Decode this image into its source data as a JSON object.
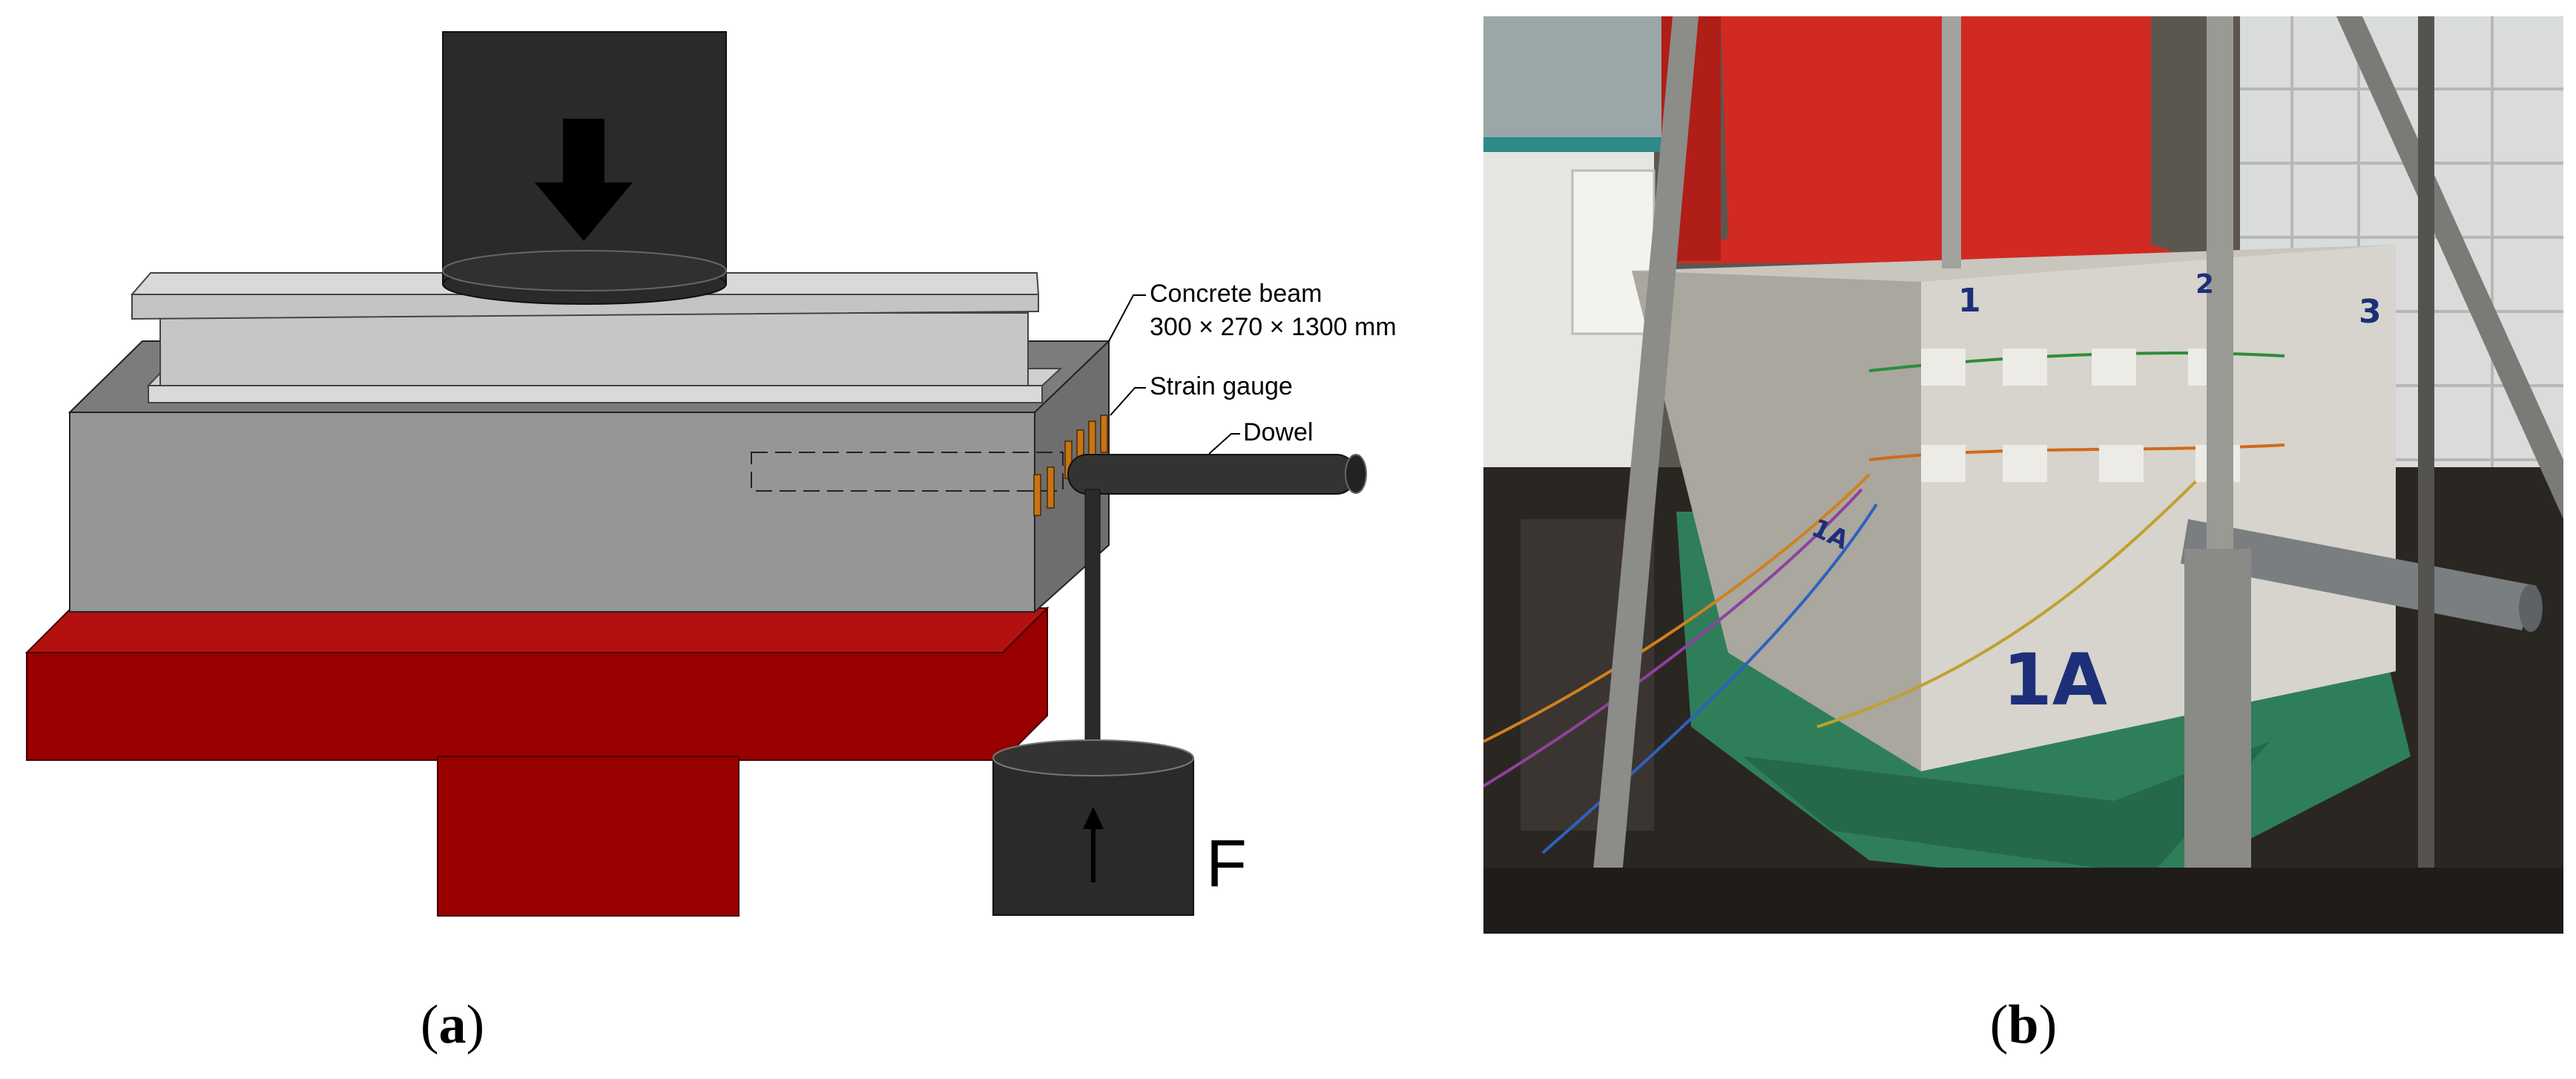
{
  "panel_a": {
    "labels": {
      "beam_name": "Concrete beam",
      "beam_dims": "300 × 270 × 1300 mm",
      "strain_gauge": "Strain gauge",
      "dowel": "Dowel",
      "force": "F"
    },
    "caption": {
      "open": "(",
      "letter": "a",
      "close": ")"
    },
    "colors": {
      "press_head": "#2a2a2a",
      "plate": "#d4d4d4",
      "beam_front": "#969696",
      "beam_top": "#787878",
      "support": "#990000",
      "dowel": "#333333",
      "strain_gauge": "#c87414",
      "actuator": "#2a2a2a"
    },
    "icons": [
      "arrow-down-icon",
      "arrow-up-icon"
    ]
  },
  "panel_b": {
    "photo_marks": [
      "1",
      "2",
      "3",
      "1A",
      "1A"
    ],
    "caption": {
      "open": "(",
      "letter": "b",
      "close": ")"
    }
  }
}
